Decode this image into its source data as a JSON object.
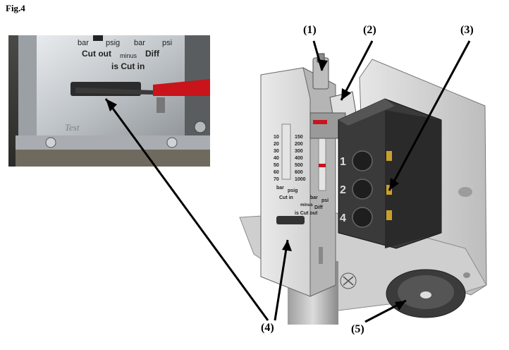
{
  "figure_label": "Fig.4",
  "photo": {
    "scale_labels": [
      "bar",
      "psig",
      "bar",
      "psi"
    ],
    "cut_out_label": "Cut out",
    "minus_label": "minus",
    "diff_label": "Diff",
    "is_cut_in_label": "is Cut in",
    "test_engraving": "Test"
  },
  "device": {
    "terminal_numbers": [
      "1",
      "2",
      "4"
    ],
    "scale_left_values": [
      "10",
      "20",
      "30",
      "40",
      "50",
      "60",
      "70"
    ],
    "scale_right_values": [
      "150",
      "200",
      "300",
      "400",
      "500",
      "600",
      "1000"
    ],
    "scale_left_units": [
      "bar",
      "psig"
    ],
    "scale_right_units": [
      "bar",
      "psi"
    ],
    "plate_text_1": "Cut in",
    "plate_text_2": "minus",
    "plate_text_3": "Diff",
    "plate_text_4": "is Cut out"
  },
  "callouts": {
    "c1": "(1)",
    "c2": "(2)",
    "c3": "(3)",
    "c4": "(4)",
    "c5": "(5)"
  },
  "colors": {
    "pointer_red": "#c8141a",
    "terminal_block": "#3a3a3a",
    "housing": "#d9d9d9"
  }
}
